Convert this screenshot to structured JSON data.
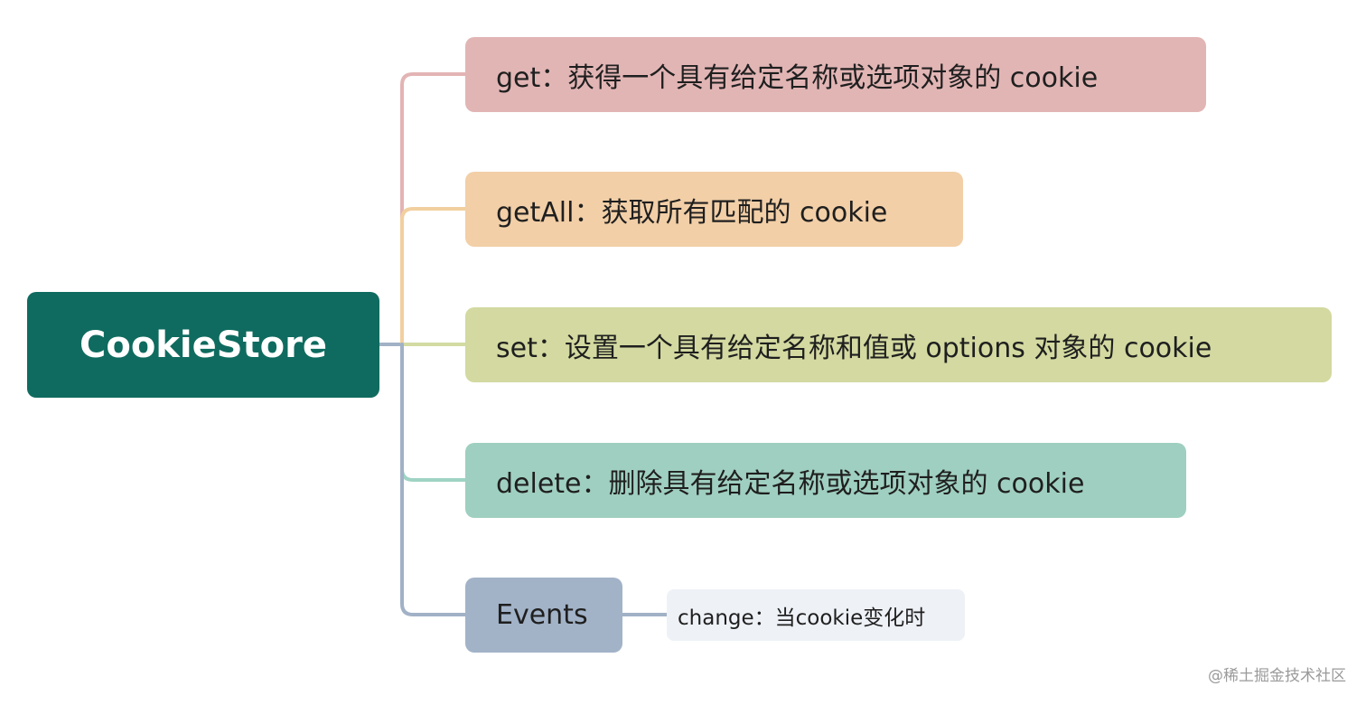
{
  "root": {
    "label": "CookieStore",
    "color": "#0f6b5f"
  },
  "branches": [
    {
      "label": "get：获得一个具有给定名称或选项对象的 cookie",
      "color": "#e2b5b5",
      "line": "#e3b4b4"
    },
    {
      "label": "getAll：获取所有匹配的 cookie",
      "color": "#f2cfa7",
      "line": "#f2cf9f"
    },
    {
      "label": "set：设置一个具有给定名称和值或 options 对象的 cookie",
      "color": "#d3d9a0",
      "line": "#d3dba3"
    },
    {
      "label": "delete：删除具有给定名称或选项对象的 cookie",
      "color": "#9fcfc0",
      "line": "#9fd3c3"
    },
    {
      "label": "Events",
      "color": "#a2b3c8",
      "line": "#a1b1c6"
    }
  ],
  "events_child": {
    "label": "change：当cookie变化时",
    "color": "#eef1f6"
  },
  "watermark": "@稀土掘金技术社区"
}
